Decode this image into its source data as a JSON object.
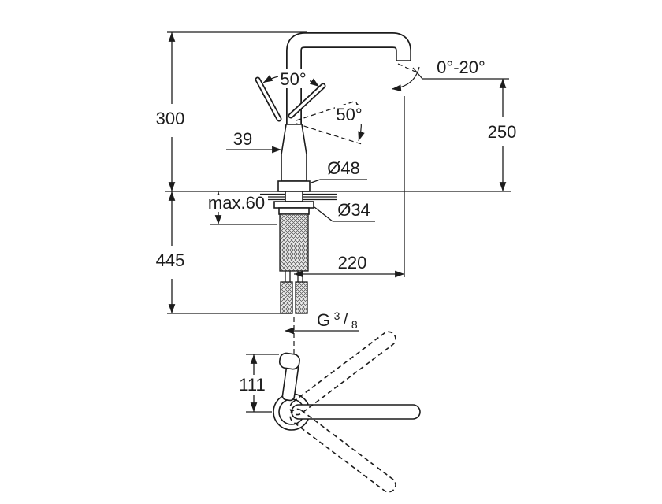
{
  "labels": {
    "dim_300": "300",
    "dim_445": "445",
    "dim_250": "250",
    "angle_spout_range": "0°-20°",
    "angle_handle_lever": "50°",
    "angle_handle_rotation": "50°",
    "dim_39": "39",
    "dia_base": "Ø48",
    "max_mounting": "max.60",
    "dia_shank": "Ø34",
    "dim_reach_220": "220",
    "dim_111": "111",
    "thread": {
      "prefix": "G",
      "numerator": "3",
      "slash": "/",
      "denominator": "8"
    }
  },
  "colors": {
    "line": "#1c1c1c",
    "background": "#ffffff",
    "hatch": "#4a4a4a"
  }
}
